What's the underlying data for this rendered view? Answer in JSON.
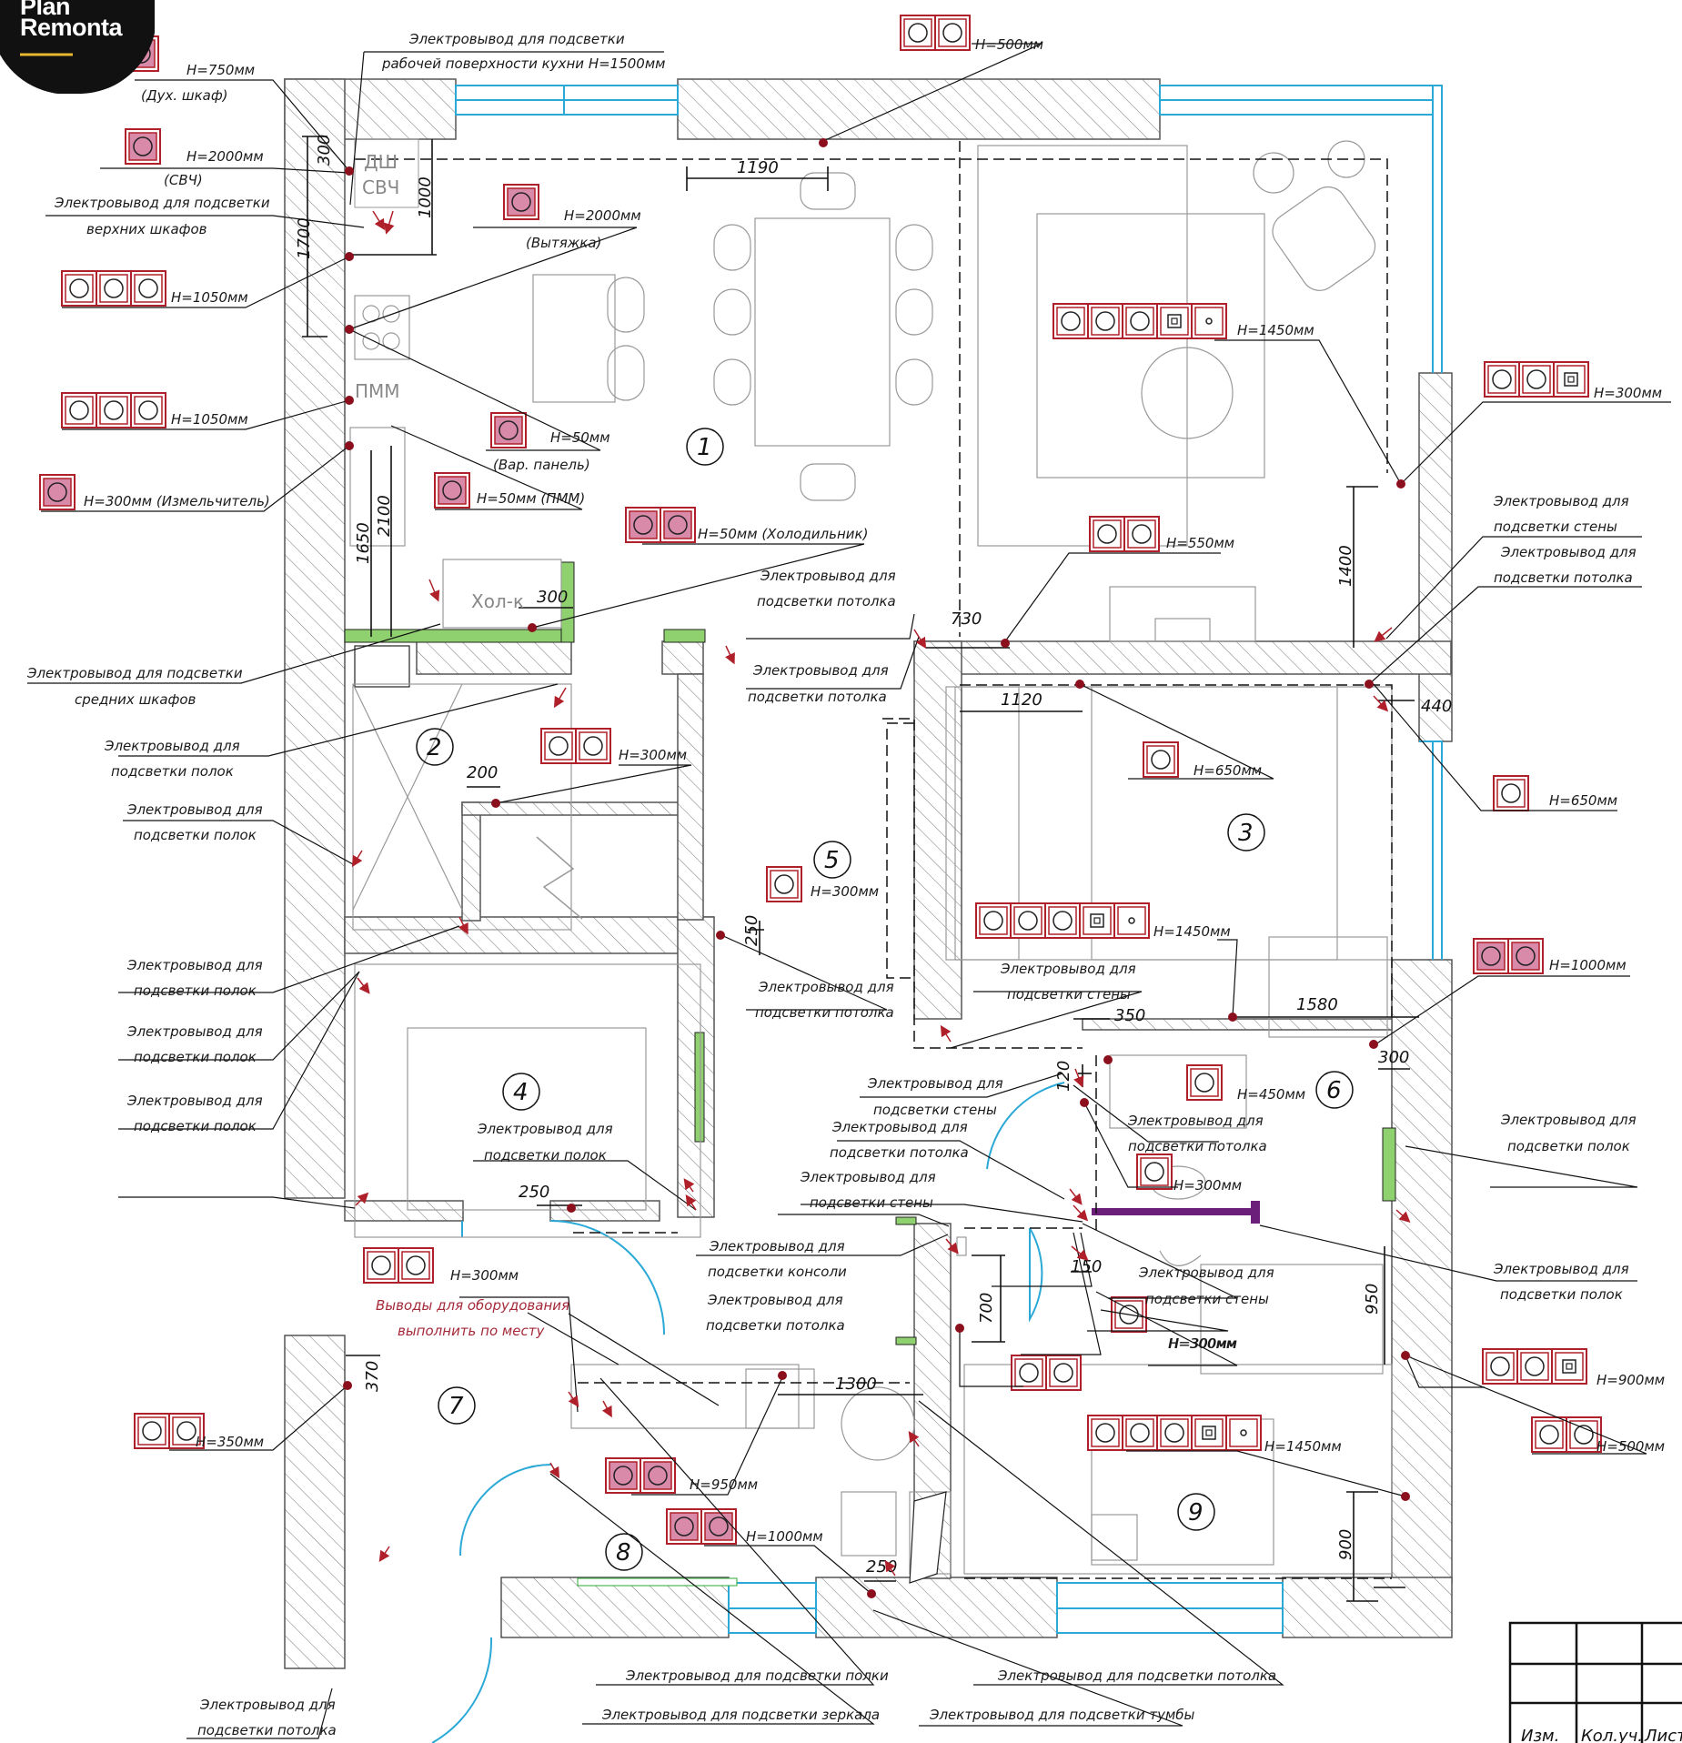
{
  "logo": {
    "line1": "Plan",
    "line2": "Remonta"
  },
  "rooms": [
    "1",
    "2",
    "3",
    "4",
    "5",
    "6",
    "7",
    "8",
    "9"
  ],
  "dimensions": [
    "300",
    "1700",
    "1000",
    "1190",
    "1650",
    "2100",
    "300",
    "730",
    "1120",
    "440",
    "1400",
    "200",
    "250",
    "350",
    "1580",
    "120",
    "300",
    "250",
    "150",
    "700",
    "950",
    "370",
    "1300",
    "250",
    "900"
  ],
  "appliance_marks": {
    "dw": "ДШ",
    "mw": "СВЧ",
    "pmm": "ПММ",
    "fridge": "Хол-к"
  },
  "labels": [
    {
      "id": "l_oven_h",
      "text": "Н=750мм"
    },
    {
      "id": "l_oven",
      "text": "(Дух. шкаф)"
    },
    {
      "id": "l_mw_h",
      "text": "Н=2000мм"
    },
    {
      "id": "l_mw",
      "text": "(СВЧ)"
    },
    {
      "id": "l_upper1",
      "text": "Электровывод для подсветки"
    },
    {
      "id": "l_upper2",
      "text": "верхних  шкафов"
    },
    {
      "id": "l_work1",
      "text": "Электровывод для подсветки"
    },
    {
      "id": "l_work2",
      "text": "рабочей поверхности кухни Н=1500мм"
    },
    {
      "id": "l_hood_h",
      "text": "Н=2000мм"
    },
    {
      "id": "l_hood",
      "text": "(Вытяжка)"
    },
    {
      "id": "l_1050a",
      "text": "Н=1050мм"
    },
    {
      "id": "l_1050b",
      "text": "Н=1050мм"
    },
    {
      "id": "l_hob_h",
      "text": "Н=50мм"
    },
    {
      "id": "l_hob",
      "text": "(Вар. панель)"
    },
    {
      "id": "l_grind",
      "text": "Н=300мм (Измельчитель)"
    },
    {
      "id": "l_pmm",
      "text": "Н=50мм (ПММ)"
    },
    {
      "id": "l_fridge",
      "text": "Н=50мм (Холодильник)"
    },
    {
      "id": "l_500top",
      "text": "Н=500мм"
    },
    {
      "id": "l_1450a",
      "text": "Н=1450мм"
    },
    {
      "id": "l_300r",
      "text": "Н=300мм"
    },
    {
      "id": "l_wall_r1",
      "text": "Электровывод для"
    },
    {
      "id": "l_wall_r2",
      "text": "подсветки  стены"
    },
    {
      "id": "l_ceil_r1",
      "text": "Электровывод для"
    },
    {
      "id": "l_ceil_r2",
      "text": "подсветки  потолка"
    },
    {
      "id": "l_550",
      "text": "Н=550мм"
    },
    {
      "id": "l_mid1",
      "text": "Электровывод для подсветки"
    },
    {
      "id": "l_mid2",
      "text": "средних  шкафов"
    },
    {
      "id": "l_ceil_a1",
      "text": "Электровывод для"
    },
    {
      "id": "l_ceil_a2",
      "text": "подсветки потолка"
    },
    {
      "id": "l_ceil_b1",
      "text": "Электровывод для"
    },
    {
      "id": "l_ceil_b2",
      "text": "подсветки  потолка"
    },
    {
      "id": "l_shelf_a1",
      "text": "Электровывод для"
    },
    {
      "id": "l_shelf_a2",
      "text": "подсветки полок"
    },
    {
      "id": "l_300_2",
      "text": "Н=300мм"
    },
    {
      "id": "l_shelf_b1",
      "text": "Электровывод для"
    },
    {
      "id": "l_shelf_b2",
      "text": "подсветки полок"
    },
    {
      "id": "l_650a",
      "text": "Н=650мм"
    },
    {
      "id": "l_650b",
      "text": "Н=650мм"
    },
    {
      "id": "l_300_5",
      "text": "Н=300мм"
    },
    {
      "id": "l_1450b",
      "text": "Н=1450мм"
    },
    {
      "id": "l_1000r",
      "text": "Н=1000мм"
    },
    {
      "id": "l_shelf_c1",
      "text": "Электровывод для"
    },
    {
      "id": "l_shelf_c2",
      "text": "подсветки полок"
    },
    {
      "id": "l_ceil_c1",
      "text": "Электровывод для"
    },
    {
      "id": "l_ceil_c2",
      "text": "подсветки потолка"
    },
    {
      "id": "l_shelf_d1",
      "text": "Электровывод для"
    },
    {
      "id": "l_shelf_d2",
      "text": "подсветки полок"
    },
    {
      "id": "l_wall_c1",
      "text": "Электровывод для"
    },
    {
      "id": "l_wall_c2",
      "text": "подсветки стены"
    },
    {
      "id": "l_shelf_e1",
      "text": "Электровывод для"
    },
    {
      "id": "l_shelf_e2",
      "text": "подсветки полок"
    },
    {
      "id": "l_shelf_f1",
      "text": "Электровывод для"
    },
    {
      "id": "l_shelf_f2",
      "text": "подсветки полок"
    },
    {
      "id": "l_wall_d1",
      "text": "Электровывод для"
    },
    {
      "id": "l_wall_d2",
      "text": "подсветки стены"
    },
    {
      "id": "l_ceil_d1",
      "text": "Электровывод для"
    },
    {
      "id": "l_ceil_d2",
      "text": "подсветки потолка"
    },
    {
      "id": "l_450",
      "text": "Н=450мм"
    },
    {
      "id": "l_ceil_e1",
      "text": "Электровывод для"
    },
    {
      "id": "l_ceil_e2",
      "text": "подсветки потолка"
    },
    {
      "id": "l_300_6",
      "text": "Н=300мм"
    },
    {
      "id": "l_shelf_g1",
      "text": "Электровывод для"
    },
    {
      "id": "l_shelf_g2",
      "text": "подсветки полок"
    },
    {
      "id": "l_wall_e1",
      "text": "Электровывод для"
    },
    {
      "id": "l_wall_e2",
      "text": "подсветки стены"
    },
    {
      "id": "l_console1",
      "text": "Электровывод для"
    },
    {
      "id": "l_console2",
      "text": "подсветки консоли"
    },
    {
      "id": "l_ceil_f1",
      "text": "Электровывод для"
    },
    {
      "id": "l_ceil_f2",
      "text": "подсветки потолка"
    },
    {
      "id": "l_wall_f1",
      "text": "Электровывод для"
    },
    {
      "id": "l_wall_f2",
      "text": "подсветки стены"
    },
    {
      "id": "l_300_7",
      "text": "Н=300мм"
    },
    {
      "id": "l_shelf_h1",
      "text": "Электровывод для"
    },
    {
      "id": "l_shelf_h2",
      "text": "подсветки полок"
    },
    {
      "id": "l_300_4",
      "text": "Н=300мм"
    },
    {
      "id": "l_equip1",
      "text": "Выводы для оборудования"
    },
    {
      "id": "l_equip2",
      "text": "выполнить по месту"
    },
    {
      "id": "l_300_9",
      "text": "Н=300мм"
    },
    {
      "id": "l_900",
      "text": "Н=900мм"
    },
    {
      "id": "l_500r",
      "text": "Н=500мм"
    },
    {
      "id": "l_1450c",
      "text": "Н=1450мм"
    },
    {
      "id": "l_350",
      "text": "Н=350мм"
    },
    {
      "id": "l_950",
      "text": "Н=950мм"
    },
    {
      "id": "l_1000b",
      "text": "Н=1000мм"
    },
    {
      "id": "l_ceil_g1",
      "text": "Электровывод для"
    },
    {
      "id": "l_ceil_g2",
      "text": "подсветки потолка"
    },
    {
      "id": "l_shelfbath",
      "text": "Электровывод для подсветки полки"
    },
    {
      "id": "l_mirror",
      "text": "Электровывод для подсветки зеркала"
    },
    {
      "id": "l_ceilbath",
      "text": "Электровывод для подсветки потолка"
    },
    {
      "id": "l_stand",
      "text": "Электровывод для подсветки тумбы"
    }
  ],
  "title_block": {
    "c1": "Изм.",
    "c2": "Кол.уч.",
    "c3": "Лист"
  },
  "colors": {
    "socket_fill": "#d98aa8",
    "socket_stroke": "#b0202a",
    "point": "#8b0f1c",
    "window": "#2aa8d6",
    "led": "#8fd16f",
    "led_purple": "#6b1f7a",
    "equip_text": "#a52a3a"
  }
}
